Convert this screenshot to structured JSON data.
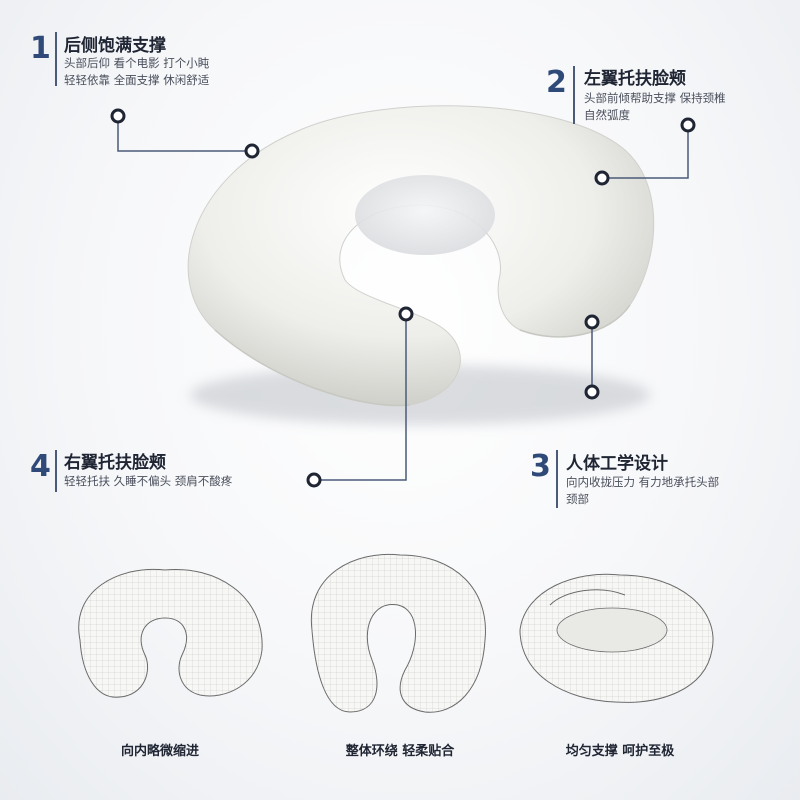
{
  "callouts": [
    {
      "number": "1",
      "title": "后侧饱满支撑",
      "lines": [
        "头部后仰 看个电影 打个小盹",
        "轻轻依靠 全面支撑 休闲舒适"
      ]
    },
    {
      "number": "2",
      "title": "左翼托扶脸颊",
      "lines": [
        "头部前倾帮助支撑 保持颈椎",
        "自然弧度"
      ]
    },
    {
      "number": "3",
      "title": "人体工学设计",
      "lines": [
        "向内收拢压力 有力地承托头部",
        "颈部"
      ]
    },
    {
      "number": "4",
      "title": "右翼托扶脸颊",
      "lines": [
        "轻轻托扶 久睡不偏头 颈肩不酸疼"
      ]
    }
  ],
  "captions": [
    "向内略微缩进",
    "整体环绕 轻柔贴合",
    "均匀支撑 呵护至极"
  ],
  "colors": {
    "accent": "#2f4a78",
    "text": "#1f2533",
    "line": "#4a5a78"
  }
}
